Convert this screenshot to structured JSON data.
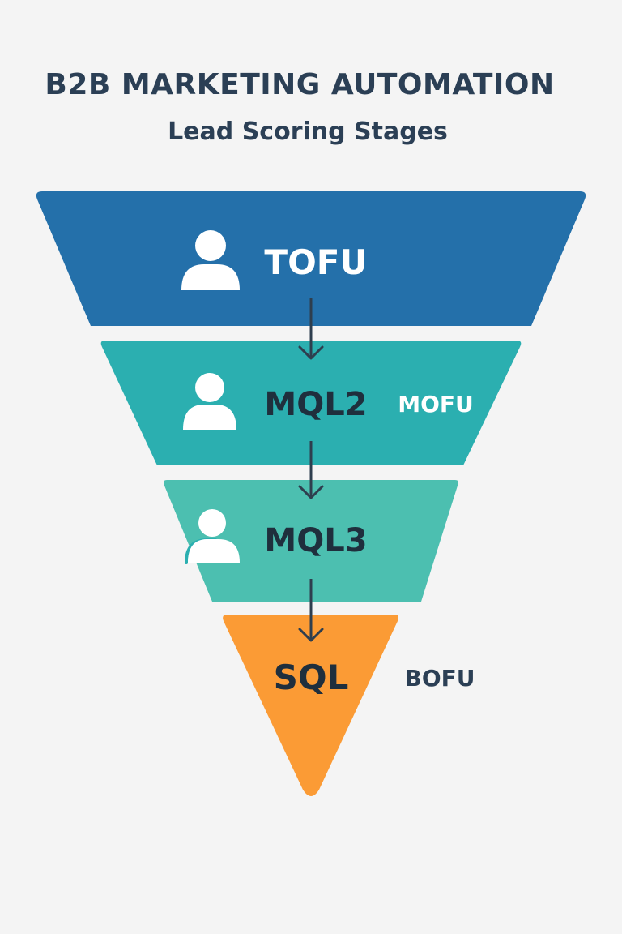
{
  "header": {
    "title": "B2B MARKETING AUTOMATION",
    "subtitle": "Lead Scoring Stages"
  },
  "stages": [
    {
      "label": "TOFU",
      "icon": "person-icon",
      "color": "#2470aa",
      "text_color": "#ffffff"
    },
    {
      "label": "MQL2",
      "icon": "person-icon",
      "color": "#2bafb0",
      "text_color": "#1f2f3d"
    },
    {
      "label": "MQL3",
      "icon": "person-icon",
      "color": "#4cbfb0",
      "text_color": "#1f2f3d"
    },
    {
      "label": "SQL",
      "icon": "",
      "color": "#fb9b35",
      "text_color": "#1f2f3d"
    }
  ],
  "side_labels": {
    "mofu": "MOFU",
    "bofu": "BOFU"
  },
  "colors": {
    "background": "#f4f4f4",
    "title": "#2b3f55",
    "arrow": "#2e3e4e",
    "mofu_label": "#ffffff",
    "bofu_label": "#2b3f55"
  }
}
